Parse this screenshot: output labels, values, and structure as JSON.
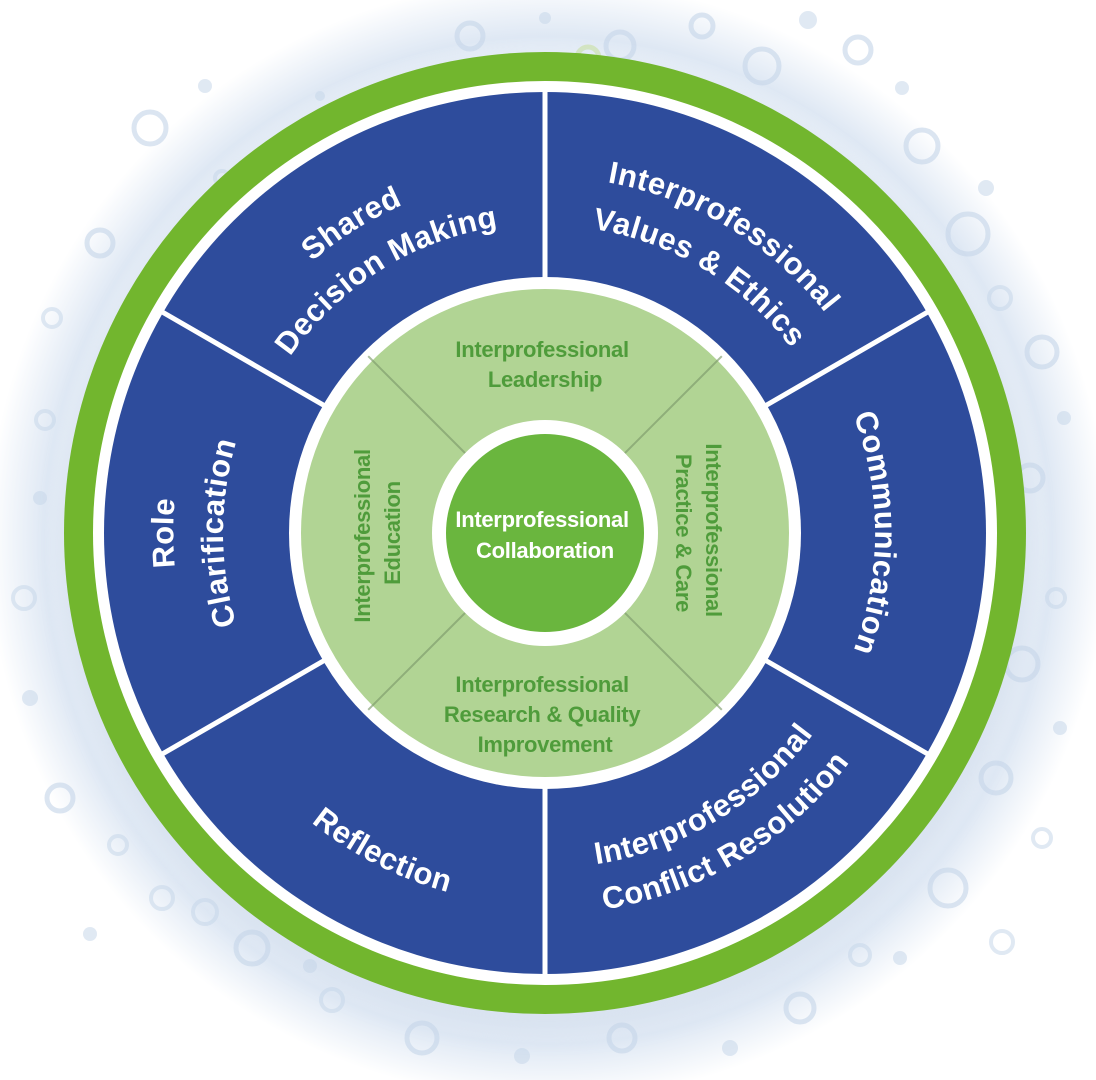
{
  "diagram": {
    "name": "Interprofessional Collaboration wheel",
    "center": {
      "lines": [
        "Interprofessional",
        "Collaboration"
      ]
    },
    "middle_ring": {
      "segments": [
        {
          "id": "leadership",
          "position": "top",
          "lines": [
            "Interprofessional",
            "Leadership"
          ]
        },
        {
          "id": "practice_care",
          "position": "right",
          "lines": [
            "Interprofessional",
            "Practice & Care"
          ]
        },
        {
          "id": "research_quality",
          "position": "bottom",
          "lines": [
            "Interprofessional",
            "Research & Quality",
            "Improvement"
          ]
        },
        {
          "id": "education",
          "position": "left",
          "lines": [
            "Interprofessional",
            "Education"
          ]
        }
      ]
    },
    "outer_ring": {
      "segments": [
        {
          "id": "shared_decision_making",
          "position": "top-left",
          "lines": [
            "Shared",
            "Decision Making"
          ]
        },
        {
          "id": "values_ethics",
          "position": "top-right",
          "lines": [
            "Interprofessional",
            "Values & Ethics"
          ]
        },
        {
          "id": "communication",
          "position": "right",
          "lines": [
            "Communication"
          ]
        },
        {
          "id": "conflict_resolution",
          "position": "bottom-right",
          "lines": [
            "Interprofessional",
            "Conflict Resolution"
          ]
        },
        {
          "id": "reflection",
          "position": "bottom-left",
          "lines": [
            "Reflection"
          ]
        },
        {
          "id": "role_clarification",
          "position": "left",
          "lines": [
            "Role",
            "Clarification"
          ]
        }
      ]
    },
    "colors": {
      "outer_ring_green": "#72b62e",
      "blue_ring": "#2e4c9c",
      "inner_ring_light_green": "#b1d494",
      "center_green": "#6ab63e",
      "inner_text_green": "#4f9c3b",
      "divider_gray_green": "#7d9a6b",
      "bubble_blue": "#c7d7ea",
      "bubble_green": "#cfe4b4",
      "white": "#ffffff"
    }
  }
}
